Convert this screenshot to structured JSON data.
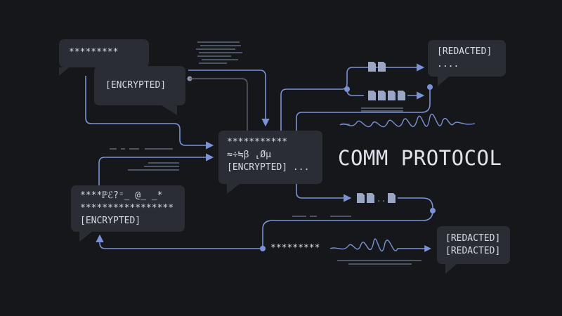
{
  "title": "COMM PROTOCOL",
  "colors": {
    "background": "#15171b",
    "bubble": "#2a2d33",
    "wire": "#7b93d6",
    "text": "#d7dbe2"
  },
  "bubbles": {
    "top_left_stars": "*********",
    "encrypted_left": "[ENCRYPTED]",
    "center": {
      "line1": "***********",
      "line2": "≈÷≒ꞵ ⸤Øμ",
      "line3": "[ENCRYPTED] ..."
    },
    "bottom_left": {
      "line1": "****ℙℰ?⁼_ @_ _*",
      "line2": "*****************",
      "line3": "[ENCRYPTED]"
    },
    "top_right": {
      "line1": "[REDACTED]",
      "line2": "...."
    },
    "bottom_right": {
      "line1": "[REDACTED]",
      "line2": "[REDACTED]"
    }
  },
  "labels": {
    "ellipsis": "...",
    "stars_bottom": "*********"
  },
  "icons": [
    "document-icon",
    "arrow-icon",
    "waveform-icon",
    "node-dot-icon"
  ]
}
